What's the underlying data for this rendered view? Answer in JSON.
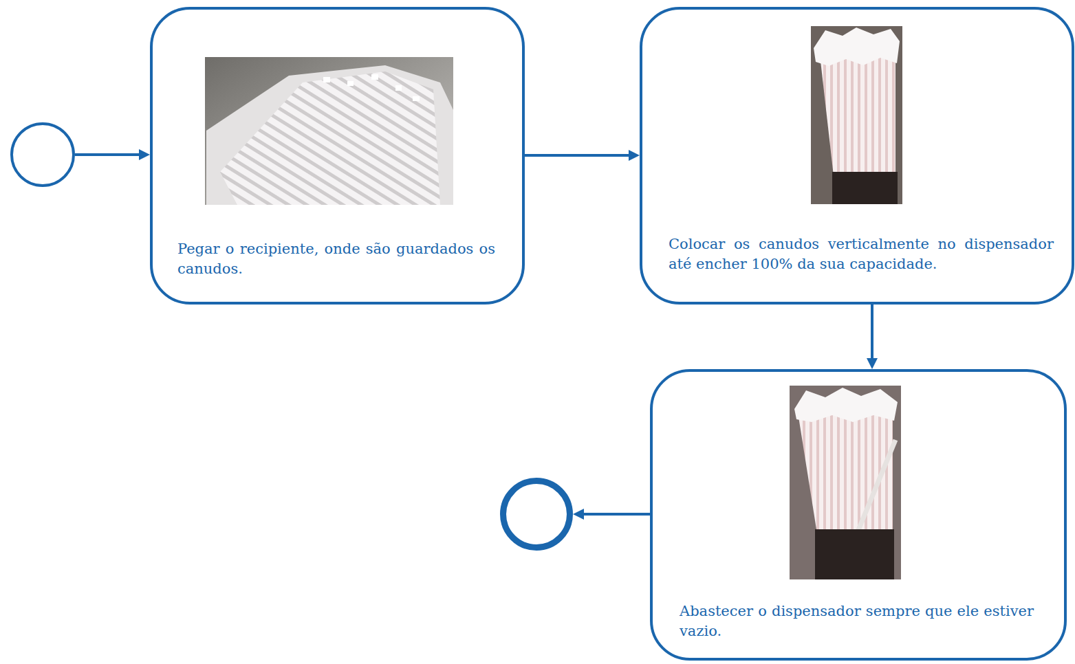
{
  "diagram": {
    "nodes": [
      {
        "text": []
      },
      {
        "text": [
          "Pegar o recipiente, onde são guardados os canudos."
        ]
      },
      {
        "text": [
          "Colocar os canudos verticalmente no dispensador até encher 100% da sua capacidade."
        ]
      },
      {
        "text": [
          "Abastecer o dispensador sempre que ele estiver vazio."
        ]
      },
      {
        "text": []
      }
    ],
    "edges": [
      {
        "from": 0,
        "to": 1,
        "arrow": "to"
      },
      {
        "from": 1,
        "to": 2,
        "arrow": "to"
      },
      {
        "from": 2,
        "to": 3,
        "arrow": "to"
      },
      {
        "from": 3,
        "to": 4,
        "arrow": "to"
      }
    ]
  }
}
